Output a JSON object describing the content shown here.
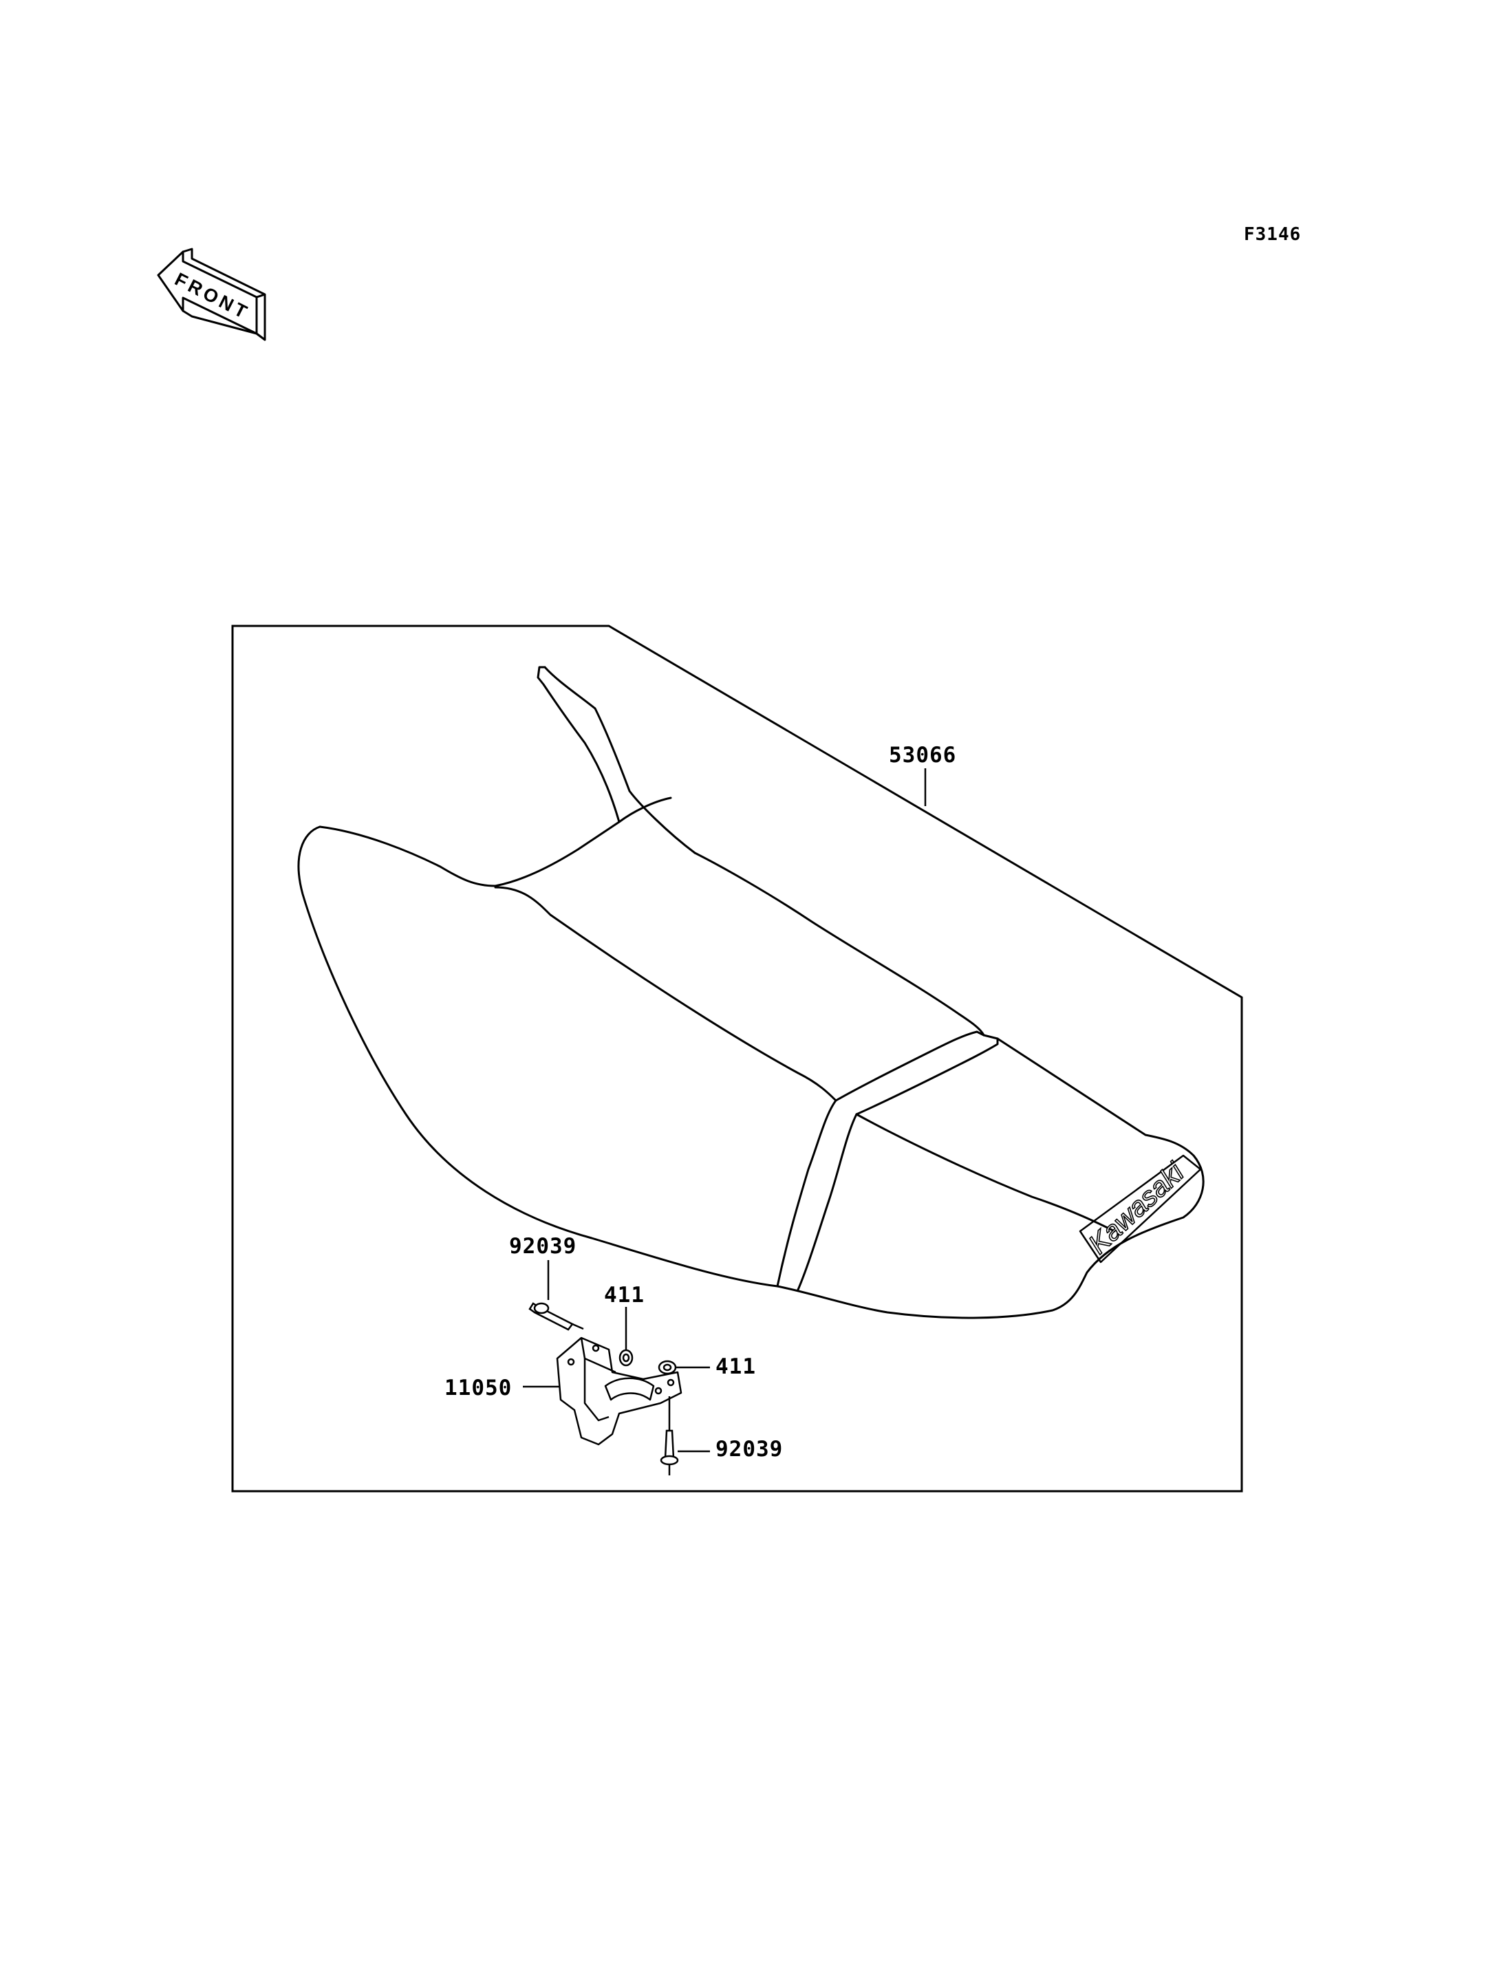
{
  "figure_code": "F3146",
  "direction_indicator": {
    "text": "FRONT"
  },
  "brand_logo": {
    "text": "Kawasaki"
  },
  "callouts": {
    "seat": "53066",
    "bolt_upper": "92039",
    "washer_upper": "411",
    "washer_right": "411",
    "bracket": "11050",
    "bolt_lower": "92039"
  }
}
